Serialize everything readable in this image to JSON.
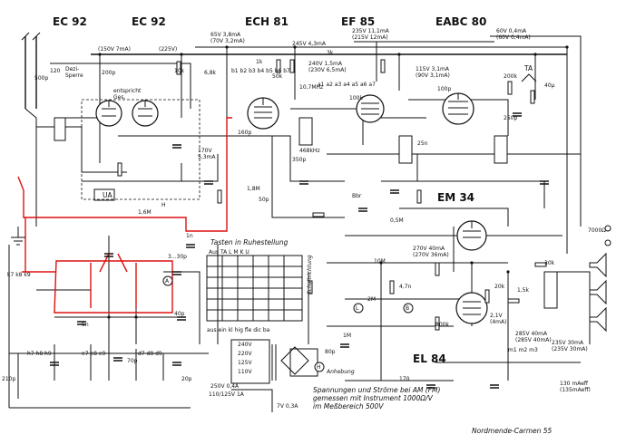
{
  "tubes": [
    "EC 92",
    "EC 92",
    "ECH 81",
    "EF 85",
    "EABC 80",
    "EM 34",
    "EL 84"
  ],
  "labels": {
    "dezi_sperre": "Dezi-\nSperre",
    "entspricht": "entspricht\nGes.",
    "ua": "UA",
    "bbr": "Bbr",
    "tasten_title": "Tasten in Ruhestellung",
    "tasten_keys": "Aus TA L M K U",
    "schaltrichtung": "Schaltrichtung",
    "bottom_keys": "aus ein kl hig fle dic ba",
    "anhebung": "Anhebung",
    "meas_note_1": "Spannungen und Ströme bei AM (FM)",
    "meas_note_2": "gemessen mit Instrument 1000Ω/V",
    "meas_note_3": "im Meßbereich 500V",
    "brand": "Nordmende-Carmen 55",
    "ta": "TA",
    "volt_ech81": "65V 3,8mA\n(70V 3,2mA)",
    "volt_245": "245V 4,3mA",
    "volt_ef85": "235V 11,1mA\n(215V 12mA)",
    "volt_eabc": "60V 0,4mA\n(60V 0,4mA)",
    "volt_ec92": "(150V 7mA)",
    "volt_225": "(225V)",
    "volt_240": "240V 1,5mA\n(230V 6,5mA)",
    "volt_115": "115V 3,1mA\n(90V 3,1mA)",
    "volt_170": "170V\n5,3mA",
    "volt_em34": "270V 40mA\n(270V 36mA)",
    "volt_el84_1": "2,1V\n(4mA)",
    "volt_el84_2": "285V 40mA\n(285V 40mA)",
    "volt_el84_3": "235V 30mA\n(235V 30mA)",
    "volt_130": "130 mAeff\n(135mAeff)",
    "trafo_1": "240V",
    "trafo_2": "220V",
    "trafo_3": "125V",
    "trafo_4": "110V",
    "fuse_1": "250V 0,4A",
    "fuse_2": "110/125V 1A",
    "fuse_3": "7V 0,3A",
    "freq_1": "10,7MHz",
    "freq_2": "468kHz",
    "speaker": "7000Ω",
    "mains_1": "H",
    "m_a": "A",
    "m_b": "B",
    "m_l": "L",
    "m_h": "H",
    "r_10m": "10M",
    "r_1m": "1M",
    "c_80p": "80p",
    "bands_1": "b1 b2 b3 b4 b5 b6 b7",
    "bands_2": "a1 a2 a3 a4 a5 a6 a7",
    "k_list": "k7 k8 k9",
    "h_list": "h7 h8 h9",
    "e_list": "e7 e8 e9",
    "d_list": "d7 d8 d9",
    "m_list": "m1 m2 m3",
    "c_values": [
      "500p",
      "120",
      "200p",
      "6,8k",
      "10k",
      "1k",
      "50k",
      "3k",
      "1,8M",
      "50p",
      "350p",
      "160p",
      "100k",
      "200k",
      "40μ",
      "250p",
      "100p",
      "20k",
      "2M",
      "800k",
      "1,5k",
      "170",
      "5n",
      "1n",
      "1,6M",
      "3...30p",
      "40p",
      "70p",
      "210p",
      "20p",
      "0,5M",
      "4,7n",
      "25n",
      "30k"
    ]
  }
}
